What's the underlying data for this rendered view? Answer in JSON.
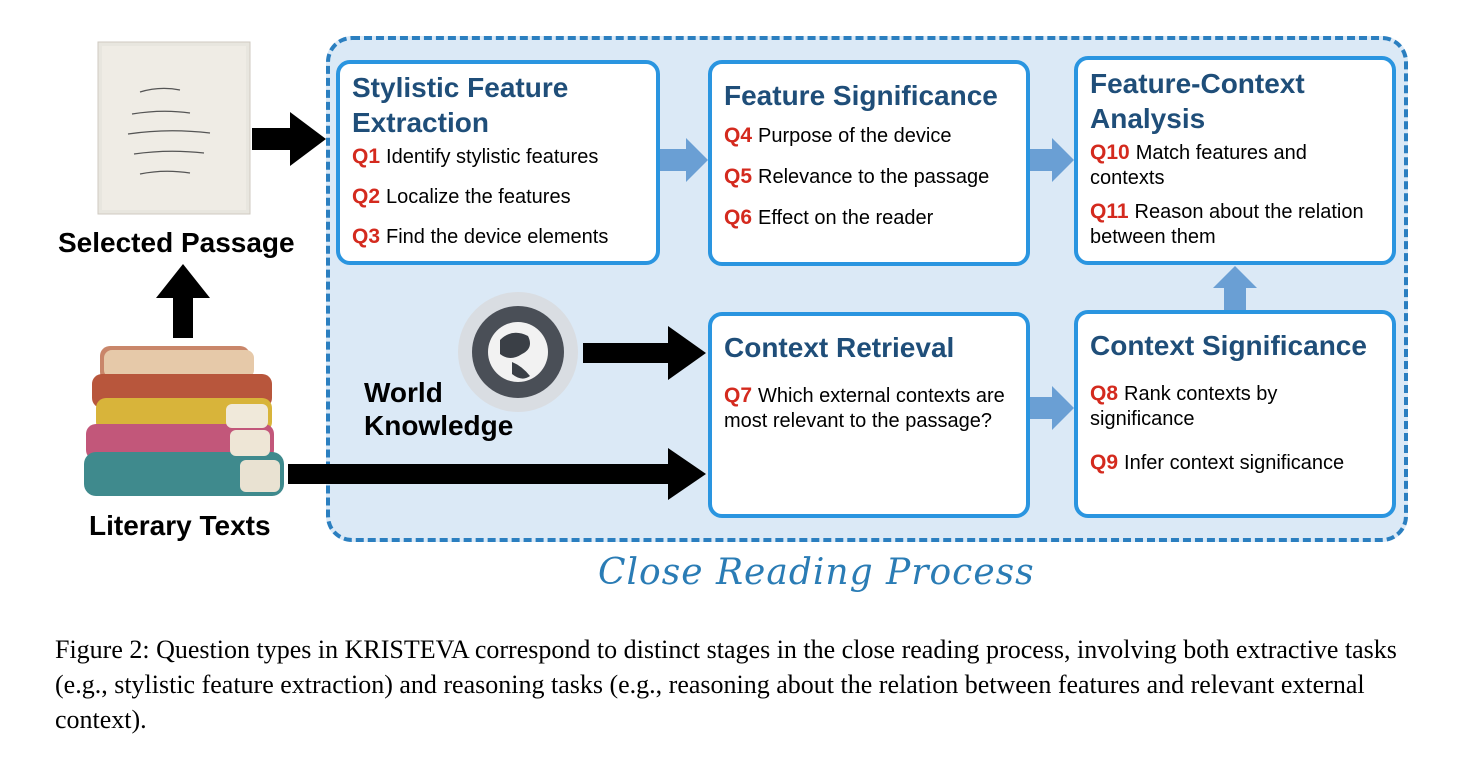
{
  "diagram": {
    "inputs": {
      "selected_passage_label": "Selected Passage",
      "literary_texts_label": "Literary Texts",
      "world_knowledge_label": "World\nKnowledge"
    },
    "process_title": "Close Reading Process",
    "stages": {
      "stylistic": {
        "title": "Stylistic Feature Extraction",
        "questions": [
          {
            "id": "Q1",
            "text": "Identify stylistic features"
          },
          {
            "id": "Q2",
            "text": "Localize the features"
          },
          {
            "id": "Q3",
            "text": "Find the device elements"
          }
        ]
      },
      "feature_significance": {
        "title": "Feature Significance",
        "questions": [
          {
            "id": "Q4",
            "text": "Purpose of the device"
          },
          {
            "id": "Q5",
            "text": "Relevance to the passage"
          },
          {
            "id": "Q6",
            "text": "Effect on the reader"
          }
        ]
      },
      "feature_context": {
        "title": "Feature-Context Analysis",
        "questions": [
          {
            "id": "Q10",
            "text": "Match features and contexts"
          },
          {
            "id": "Q11",
            "text": "Reason about the relation between them"
          }
        ]
      },
      "context_retrieval": {
        "title": "Context Retrieval",
        "questions": [
          {
            "id": "Q7",
            "text": "Which external contexts are most relevant to the passage?"
          }
        ]
      },
      "context_significance": {
        "title": "Context Significance",
        "questions": [
          {
            "id": "Q8",
            "text": "Rank contexts by significance"
          },
          {
            "id": "Q9",
            "text": "Infer context significance"
          }
        ]
      }
    },
    "colors": {
      "panel_fill": "#dbe9f6",
      "panel_border": "#2b7fc0",
      "box_border": "#2a95e0",
      "title_text": "#1f4e79",
      "question_id": "#d42a1e",
      "flow_arrow": "#6a9fd4"
    }
  },
  "caption": "Figure 2: Question types in KRISTEVA correspond to distinct stages in the close reading process, involving both extractive tasks (e.g., stylistic feature extraction) and reasoning tasks (e.g., reasoning about the relation between features and relevant external context)."
}
